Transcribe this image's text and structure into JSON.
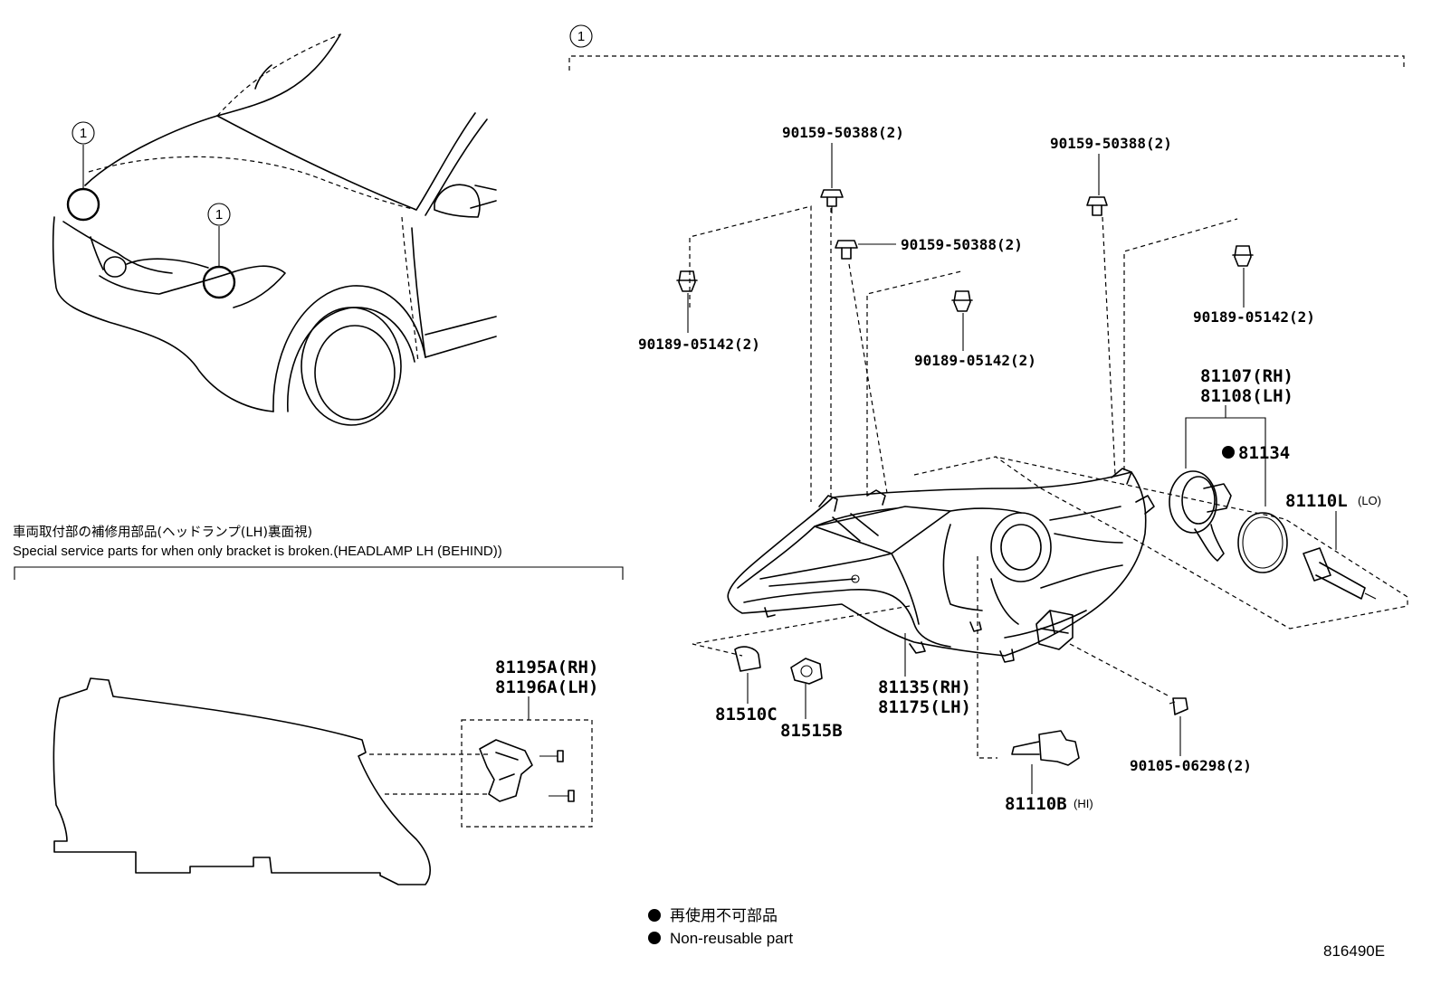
{
  "callout": {
    "symbol": "1"
  },
  "parts": {
    "clip_a": "90159-50388(2)",
    "clip_b": "90159-50388(2)",
    "clip_c": "90159-50388(2)",
    "grommet_a": "90189-05142(2)",
    "grommet_b": "90189-05142(2)",
    "grommet_c": "90189-05142(2)",
    "socket_rh": "81107(RH)",
    "socket_lh": "81108(LH)",
    "gasket": "81134",
    "bulb_lo": "81110L",
    "bulb_lo_tag": "(LO)",
    "unit_rh": "81135(RH)",
    "unit_lh": "81175(LH)",
    "bulb_a": "81510C",
    "socket_b": "81515B",
    "screw": "90105-06298(2)",
    "bulb_hi": "81110B",
    "bulb_hi_tag": "(HI)",
    "bracket_rh": "81195A(RH)",
    "bracket_lh": "81196A(LH)"
  },
  "service_note": {
    "japanese": "車両取付部の補修用部品(ヘッドランプ(LH)裏面視)",
    "english": "Special service parts for when only bracket is broken.(HEADLAMP LH (BEHIND))"
  },
  "legend": {
    "japanese": "再使用不可部品",
    "english": "Non-reusable part"
  },
  "diagram_id": "816490E"
}
